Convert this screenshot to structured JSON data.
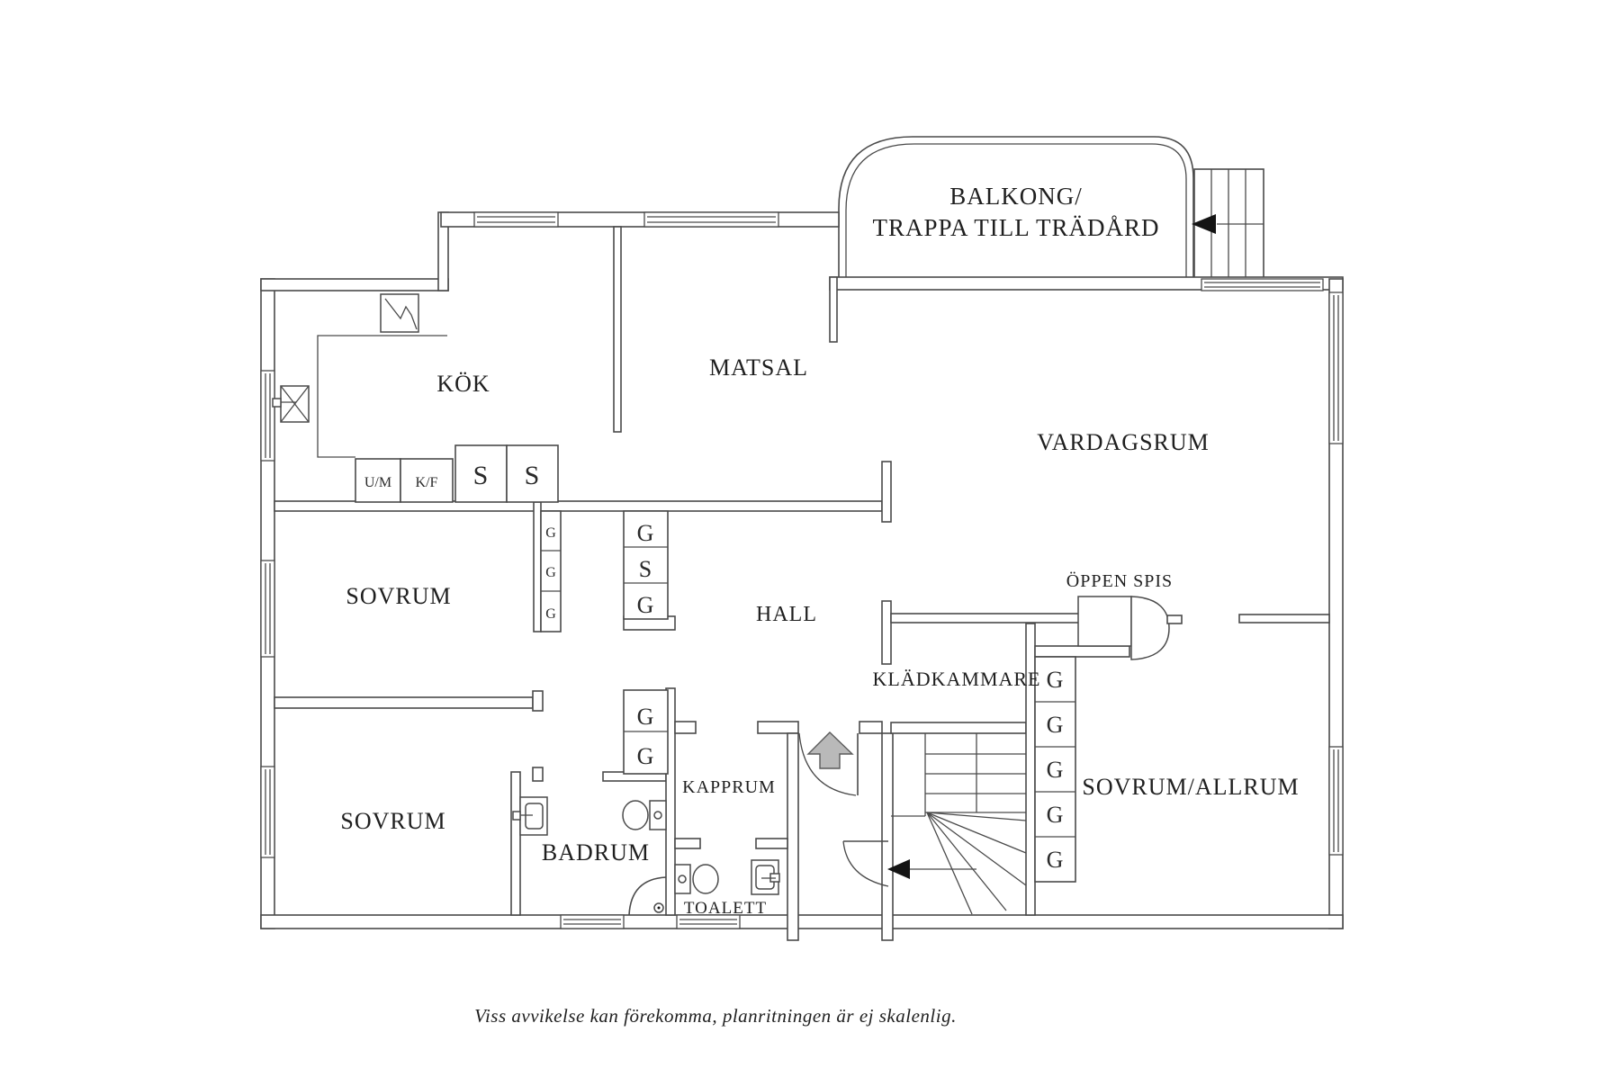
{
  "colors": {
    "line": "#4a4a4a",
    "text": "#1f1f1f",
    "entrance_arrow_fill": "#b9b9b9",
    "stair_arrow_fill": "#141414",
    "background": "#ffffff"
  },
  "balcony": {
    "line1": "BALKONG/",
    "line2": "TRAPPA TILL TRÄDÅRD"
  },
  "rooms": {
    "kok": "KÖK",
    "matsal": "MATSAL",
    "vardagsrum": "VARDAGSRUM",
    "sovrum1": "SOVRUM",
    "sovrum2": "SOVRUM",
    "hall": "HALL",
    "kladkammare": "KLÄDKAMMARE",
    "kapprum": "KAPPRUM",
    "badrum": "BADRUM",
    "toalett": "TOALETT",
    "sovrum_allrum": "SOVRUM/ALLRUM",
    "oppen_spis": "ÖPPEN SPIS"
  },
  "cabinets": {
    "kitchen": [
      "U/M",
      "K/F",
      "S",
      "S"
    ],
    "sovrum1": [
      "G",
      "G",
      "G"
    ],
    "hall": [
      "G",
      "S",
      "G"
    ],
    "kapprum": [
      "G",
      "G"
    ],
    "allrum": [
      "G",
      "G",
      "G",
      "G",
      "G"
    ]
  },
  "caption": "Viss avvikelse kan förekomma, planritningen är ej skalenlig."
}
